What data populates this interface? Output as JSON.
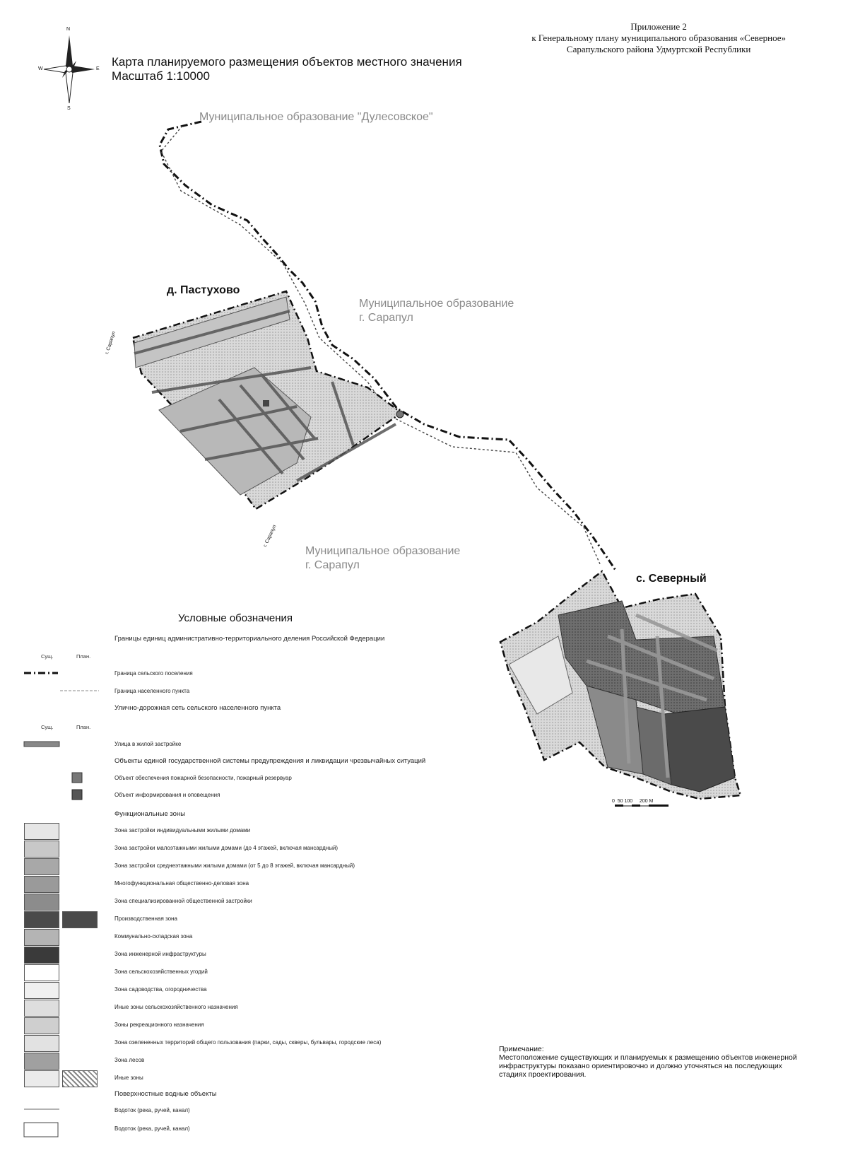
{
  "header": {
    "appendix_lines": [
      "Приложение 2",
      "к Генеральному плану муниципального образования «Северное»",
      "Сарапульского района Удмуртской Республики"
    ],
    "map_title": "Карта планируемого размещения объектов местного значения",
    "map_scale": "Масштаб 1:10000"
  },
  "compass": {
    "north": "N",
    "south": "S",
    "west": "W",
    "east": "E"
  },
  "map": {
    "neighbor_dulesovskoe": "Муниципальное образование \"Дулесовское\"",
    "neighbor_sarapul_1": [
      "Муниципальное образование",
      "г. Сарапул"
    ],
    "neighbor_sarapul_2": [
      "Муниципальное образование",
      "г. Сарапул"
    ],
    "settlement_pastukhovo": "д. Пастухово",
    "settlement_severny": "с. Северный",
    "road_label_1": "г. Сарапул",
    "road_label_2": "г. Сарапул",
    "scale_bar": "0  50 100     200 М"
  },
  "legend": {
    "title": "Условные обозначения",
    "sec_admin": "Границы единиц административно-территориального деления Российской Федерации",
    "col_existing": "Сущ.",
    "col_planned": "План.",
    "item_rural_boundary": "Граница сельского поселения",
    "item_locality_boundary": "Граница населенного пункта",
    "sec_roads": "Улично-дорожная сеть сельского населенного пункта",
    "item_street": "Улица в жилой застройке",
    "sec_emergency": "Объекты единой государственной системы предупреждения и ликвидации чрезвычайных ситуаций",
    "item_fire": "Объект обеспечения пожарной безопасности, пожарный резервуар",
    "item_info": "Объект информирования и оповещения",
    "sec_zones": "Функциональные зоны",
    "zones": [
      "Зона застройки индивидуальными жилыми домами",
      "Зона застройки малоэтажными жилыми домами (до 4 этажей, включая мансардный)",
      "Зона застройки среднеэтажными жилыми домами (от 5 до 8 этажей, включая мансардный)",
      "Многофункциональная общественно-деловая зона",
      "Зона специализированной общественной застройки",
      "Производственная зона",
      "Коммунально-складская зона",
      "Зона инженерной инфраструктуры",
      "Зона сельскохозяйственных угодий",
      "Зона садоводства, огородничества",
      "Иные зоны сельскохозяйственного назначения",
      "Зоны рекреационного назначения",
      "Зона озелененных территорий общего пользования (парки, сады, скверы, бульвары, городские леса)",
      "Зона лесов",
      "Иные зоны"
    ],
    "zone_colors": [
      "#e6e6e6",
      "#c8c8c8",
      "#a8a8a8",
      "#9a9a9a",
      "#8c8c8c",
      "#4a4a4a",
      "#b4b4b4",
      "#3a3a3a",
      "#ffffff",
      "#f0f0f0",
      "#dedede",
      "#cfcfcf",
      "#e2e2e2",
      "#a0a0a0",
      "#ebebeb"
    ],
    "sec_water": "Поверхностные водные объекты",
    "item_water_1": "Водоток (река, ручей, канал)",
    "item_water_2": "Водоток (река, ручей, канал)"
  },
  "note": {
    "heading": "Примечание:",
    "text": "Местоположение существующих и планируемых к размещению объектов инженерной инфраструктуры показано ориентировочно и должно уточняться на последующих стадиях проектирования."
  }
}
